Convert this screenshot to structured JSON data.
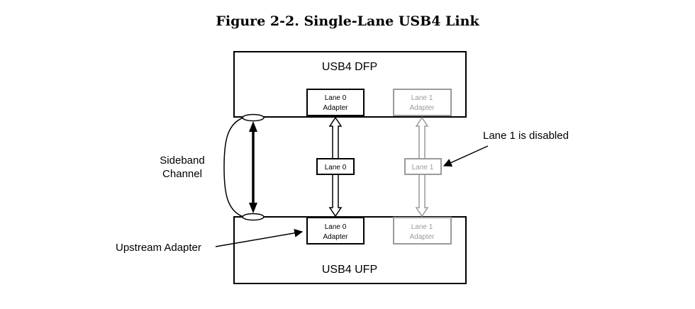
{
  "figure": {
    "title": "Figure 2-2.  Single-Lane USB4 Link"
  },
  "dfp": {
    "label": "USB4 DFP",
    "lane0_adapter": [
      "Lane 0",
      "Adapter"
    ],
    "lane1_adapter": [
      "Lane 1",
      "Adapter"
    ]
  },
  "ufp": {
    "label": "USB4 UFP",
    "lane0_adapter": [
      "Lane 0",
      "Adapter"
    ],
    "lane1_adapter": [
      "Lane 1",
      "Adapter"
    ]
  },
  "lanes": {
    "lane0": "Lane 0",
    "lane1": "Lane 1"
  },
  "annotations": {
    "sideband": [
      "Sideband",
      "Channel"
    ],
    "lane1_disabled": "Lane 1 is disabled",
    "upstream_adapter": "Upstream Adapter"
  },
  "colors": {
    "active": "#000000",
    "disabled": "#9a9a9a"
  }
}
